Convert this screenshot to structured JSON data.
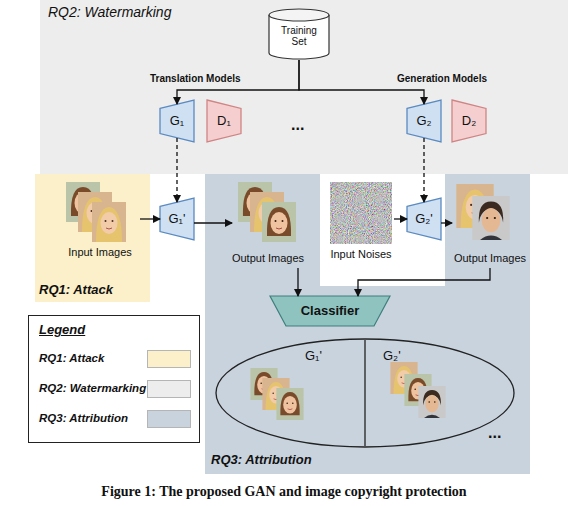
{
  "diagram": {
    "caption": "Figure 1: The proposed GAN and image copyright protection",
    "nodes": [
      {
        "text": [
          "RQ2: Watermarking"
        ]
      },
      {
        "text": [
          "Training Set"
        ],
        "in": 0
      },
      {
        "text": [
          "G₁"
        ],
        "in": 0
      },
      {
        "text": [
          "D₁"
        ],
        "in": 0
      },
      {
        "text": [
          "G₂"
        ],
        "in": 0
      },
      {
        "text": [
          "D₂"
        ],
        "in": 0
      },
      {
        "text": [
          "RQ1: Attack"
        ]
      },
      {
        "text": [
          "Input Images"
        ],
        "in": 6
      },
      {
        "text": [
          "G₁'"
        ]
      },
      {
        "text": [
          "RQ3: Attribution"
        ]
      },
      {
        "text": [
          "Output Images"
        ],
        "in": 9
      },
      {
        "text": [
          "Input Noises"
        ]
      },
      {
        "text": [
          "G₂'"
        ]
      },
      {
        "text": [
          "Output Images"
        ],
        "in": 9
      },
      {
        "text": [
          "Classifier"
        ],
        "in": 9
      },
      {
        "text": [
          "G₁'",
          "G₂'"
        ],
        "in": 9
      },
      {
        "text": [
          "Legend"
        ]
      }
    ],
    "edges": [
      {
        "from": 1,
        "to": 2,
        "arrow": "to"
      },
      {
        "from": 1,
        "to": 4,
        "arrow": "to"
      },
      {
        "from": 2,
        "to": 8,
        "arrow": "to"
      },
      {
        "from": 4,
        "to": 12,
        "arrow": "to"
      },
      {
        "from": 7,
        "to": 8,
        "arrow": "to"
      },
      {
        "from": 8,
        "to": 10,
        "arrow": "to"
      },
      {
        "from": 11,
        "to": 12,
        "arrow": "to"
      },
      {
        "from": 12,
        "to": 13,
        "arrow": "to"
      },
      {
        "from": 10,
        "to": 14,
        "arrow": "to"
      },
      {
        "from": 13,
        "to": 14,
        "arrow": "to"
      }
    ],
    "labels": [
      "Translation Models",
      "Generation Models",
      "...",
      "..."
    ],
    "legend": [
      {
        "text": "RQ1: Attack",
        "color": "#fbf0c9"
      },
      {
        "text": "RQ2: Watermarking",
        "color": "#ededed"
      },
      {
        "text": "RQ3: Attribution",
        "color": "#c9d3de"
      }
    ]
  }
}
